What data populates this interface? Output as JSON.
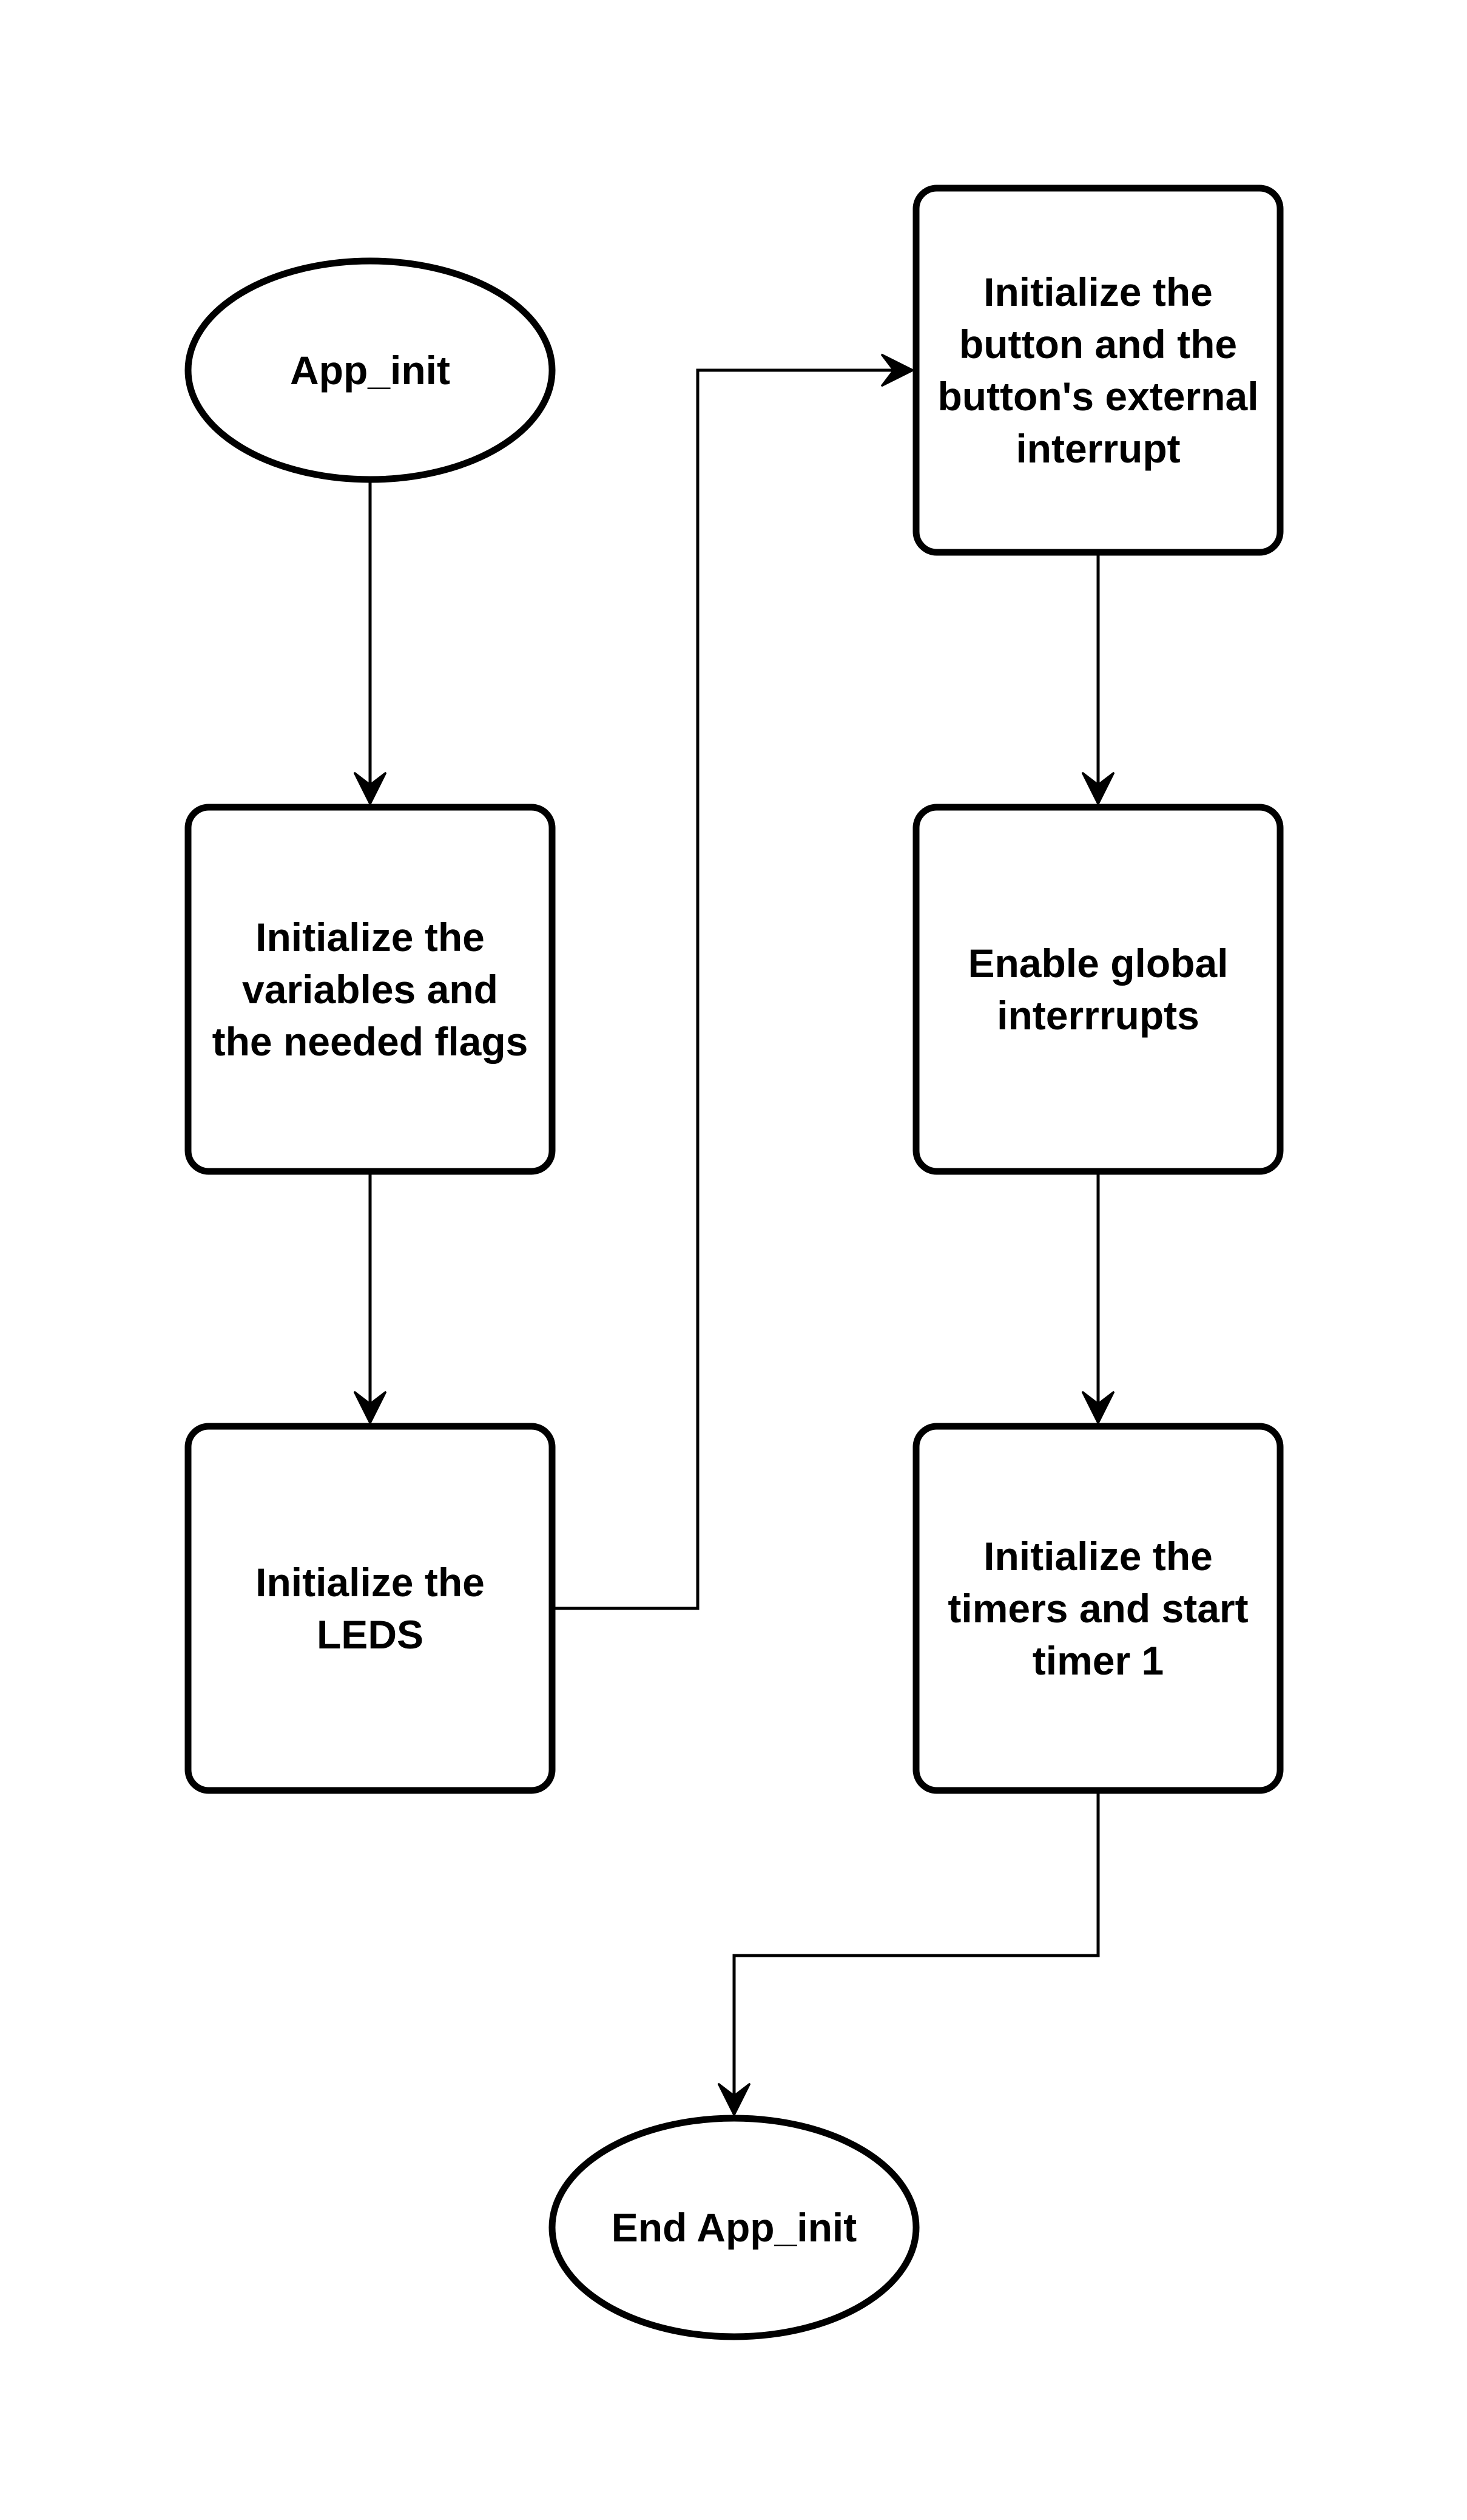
{
  "diagram": {
    "type": "flowchart",
    "nodes": [
      {
        "id": "start",
        "shape": "ellipse",
        "lines": [
          "App_init"
        ]
      },
      {
        "id": "init_vars",
        "shape": "rounded-rect",
        "lines": [
          "Initialize the",
          "variables and",
          "the needed flags"
        ]
      },
      {
        "id": "init_leds",
        "shape": "rounded-rect",
        "lines": [
          "Initialize the",
          "LEDS"
        ]
      },
      {
        "id": "init_button",
        "shape": "rounded-rect",
        "lines": [
          "Initialize the",
          "button and the",
          "button's external",
          "interrupt"
        ]
      },
      {
        "id": "enable_interrupts",
        "shape": "rounded-rect",
        "lines": [
          "Enable global",
          "interrrupts"
        ]
      },
      {
        "id": "init_timers",
        "shape": "rounded-rect",
        "lines": [
          "Initialize the",
          "timers and start",
          "timer 1"
        ]
      },
      {
        "id": "end",
        "shape": "ellipse",
        "lines": [
          "End App_init"
        ]
      }
    ],
    "edges": [
      {
        "from": "start",
        "to": "init_vars"
      },
      {
        "from": "init_vars",
        "to": "init_leds"
      },
      {
        "from": "init_leds",
        "to": "init_button"
      },
      {
        "from": "init_button",
        "to": "enable_interrupts"
      },
      {
        "from": "enable_interrupts",
        "to": "init_timers"
      },
      {
        "from": "init_timers",
        "to": "end"
      }
    ],
    "colors": {
      "stroke": "#000000",
      "fill": "#ffffff",
      "text": "#000000",
      "background": "#ffffff"
    }
  }
}
